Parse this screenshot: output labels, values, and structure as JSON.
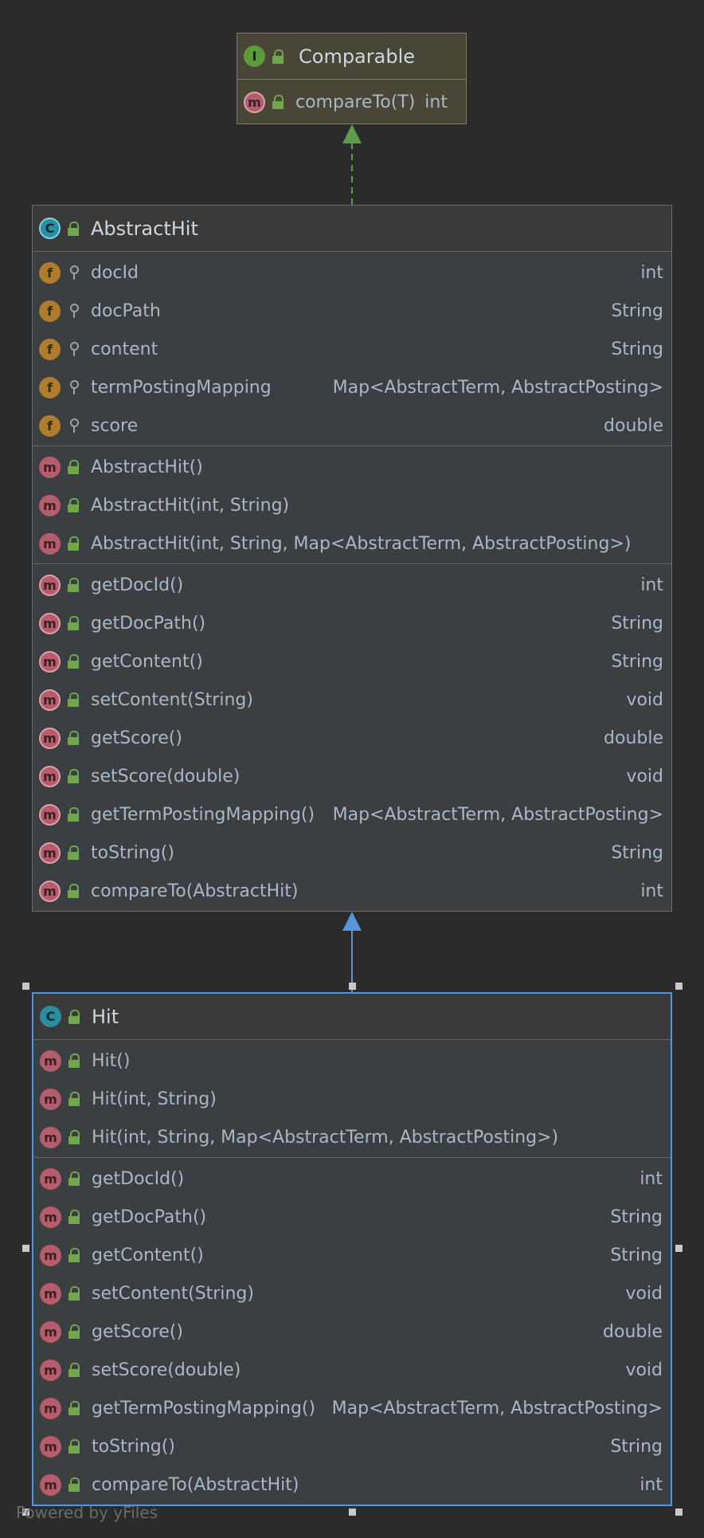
{
  "comparable": {
    "icon": "I",
    "name": "Comparable",
    "methods": [
      {
        "icon": "m",
        "name": "compareTo(T)",
        "type": "int"
      }
    ]
  },
  "abstract_hit": {
    "icon": "C",
    "name": "AbstractHit",
    "fields": [
      {
        "icon": "f",
        "name": "docId",
        "type": "int"
      },
      {
        "icon": "f",
        "name": "docPath",
        "type": "String"
      },
      {
        "icon": "f",
        "name": "content",
        "type": "String"
      },
      {
        "icon": "f",
        "name": "termPostingMapping",
        "type": "Map<AbstractTerm, AbstractPosting>"
      },
      {
        "icon": "f",
        "name": "score",
        "type": "double"
      }
    ],
    "constructors": [
      {
        "icon": "m",
        "name": "AbstractHit()",
        "type": ""
      },
      {
        "icon": "m",
        "name": "AbstractHit(int, String)",
        "type": ""
      },
      {
        "icon": "m",
        "name": "AbstractHit(int, String, Map<AbstractTerm, AbstractPosting>)",
        "type": ""
      }
    ],
    "methods": [
      {
        "icon": "m",
        "name": "getDocId()",
        "type": "int"
      },
      {
        "icon": "m",
        "name": "getDocPath()",
        "type": "String"
      },
      {
        "icon": "m",
        "name": "getContent()",
        "type": "String"
      },
      {
        "icon": "m",
        "name": "setContent(String)",
        "type": "void"
      },
      {
        "icon": "m",
        "name": "getScore()",
        "type": "double"
      },
      {
        "icon": "m",
        "name": "setScore(double)",
        "type": "void"
      },
      {
        "icon": "m",
        "name": "getTermPostingMapping()",
        "type": "Map<AbstractTerm, AbstractPosting>"
      },
      {
        "icon": "m",
        "name": "toString()",
        "type": "String"
      },
      {
        "icon": "m",
        "name": "compareTo(AbstractHit)",
        "type": "int"
      }
    ]
  },
  "hit": {
    "icon": "C",
    "name": "Hit",
    "constructors": [
      {
        "icon": "m",
        "name": "Hit()",
        "type": ""
      },
      {
        "icon": "m",
        "name": "Hit(int, String)",
        "type": ""
      },
      {
        "icon": "m",
        "name": "Hit(int, String, Map<AbstractTerm, AbstractPosting>)",
        "type": ""
      }
    ],
    "methods": [
      {
        "icon": "m",
        "name": "getDocId()",
        "type": "int"
      },
      {
        "icon": "m",
        "name": "getDocPath()",
        "type": "String"
      },
      {
        "icon": "m",
        "name": "getContent()",
        "type": "String"
      },
      {
        "icon": "m",
        "name": "setContent(String)",
        "type": "void"
      },
      {
        "icon": "m",
        "name": "getScore()",
        "type": "double"
      },
      {
        "icon": "m",
        "name": "setScore(double)",
        "type": "void"
      },
      {
        "icon": "m",
        "name": "getTermPostingMapping()",
        "type": "Map<AbstractTerm, AbstractPosting>"
      },
      {
        "icon": "m",
        "name": "toString()",
        "type": "String"
      },
      {
        "icon": "m",
        "name": "compareTo(AbstractHit)",
        "type": "int"
      }
    ]
  },
  "watermark": "Powered by yFiles",
  "colors": {
    "background": "#2b2b2b",
    "class_box": "#3c3f41",
    "interface_box": "#4a4637",
    "implements_arrow": "#5e9c4c",
    "extends_arrow": "#5794d9",
    "selection_border": "#5794d9"
  }
}
